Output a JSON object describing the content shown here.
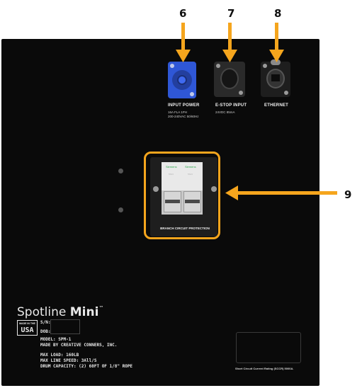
{
  "callouts": {
    "six": "6",
    "seven": "7",
    "eight": "8",
    "nine": "9"
  },
  "ports": {
    "input_power": {
      "label": "INPUT POWER",
      "line1": "16A FLA 1PH",
      "line2": "200-240VAC 50/60Hz"
    },
    "estop": {
      "label": "E-STOP INPUT",
      "line1": "24VDC 85mA"
    },
    "ethernet": {
      "label": "ETHERNET"
    }
  },
  "breaker": {
    "label": "BRANCH CIRCUIT PROTECTION",
    "left_green": "Siemens",
    "right_green": "Siemens",
    "left_grey": "5SJ4",
    "right_grey": "5SJ4"
  },
  "brand": {
    "name_regular": "Spotline",
    "name_bold": "Mini",
    "trademark": "™"
  },
  "origin": {
    "made_in_the": "MADE IN THE",
    "usa": "USA"
  },
  "serial": {
    "sn": "S/N:",
    "dob": "DOB:"
  },
  "specs": {
    "model": "MODEL: SPM-1",
    "made_by": "MADE BY CREATIVE CONNERS, INC.",
    "max_load": "MAX LOAD: 160LB",
    "max_speed": "MAX LINE SPEED: 3All/S",
    "drum": "DRUM CAPACITY: (2) 60FT OF 1/8\" ROPE"
  },
  "sccr": "Short Circuit Current Rating (SCCR) 5000A.",
  "colors": {
    "accent": "#f5a51d",
    "panel": "#0a0a0a",
    "powercon": "#2f57d6"
  }
}
